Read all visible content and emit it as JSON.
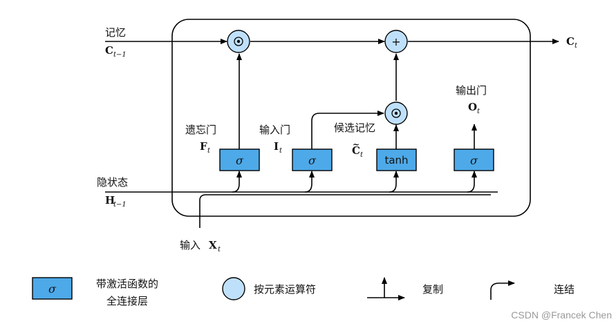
{
  "memory": {
    "label": "记忆",
    "symbol": "C",
    "sub": "t−1"
  },
  "hidden": {
    "label": "隐状态",
    "symbol": "H",
    "sub": "t−1"
  },
  "input": {
    "label": "输入",
    "symbol": "X",
    "sub": "t"
  },
  "output_c": {
    "symbol": "C",
    "sub": "t"
  },
  "gates": {
    "forget": {
      "label": "遗忘门",
      "symbol": "F",
      "sub": "t",
      "fn": "σ"
    },
    "input": {
      "label": "输入门",
      "symbol": "I",
      "sub": "t",
      "fn": "σ"
    },
    "candidate": {
      "label": "候选记忆",
      "symbol": "C",
      "sub": "t",
      "fn": "tanh"
    },
    "output": {
      "label": "输出门",
      "symbol": "O",
      "sub": "t",
      "fn": "σ"
    }
  },
  "ops": {
    "mul": "⊙",
    "add": "+"
  },
  "legend": {
    "box_fn": "σ",
    "box_label_1": "带激活函数的",
    "box_label_2": "全连接层",
    "circle_label": "按元素运算符",
    "copy_label": "复制",
    "concat_label": "连结"
  },
  "watermark": "CSDN @Francek Chen",
  "colors": {
    "box": "#4da9e8",
    "circle": "#bfe0fb"
  }
}
